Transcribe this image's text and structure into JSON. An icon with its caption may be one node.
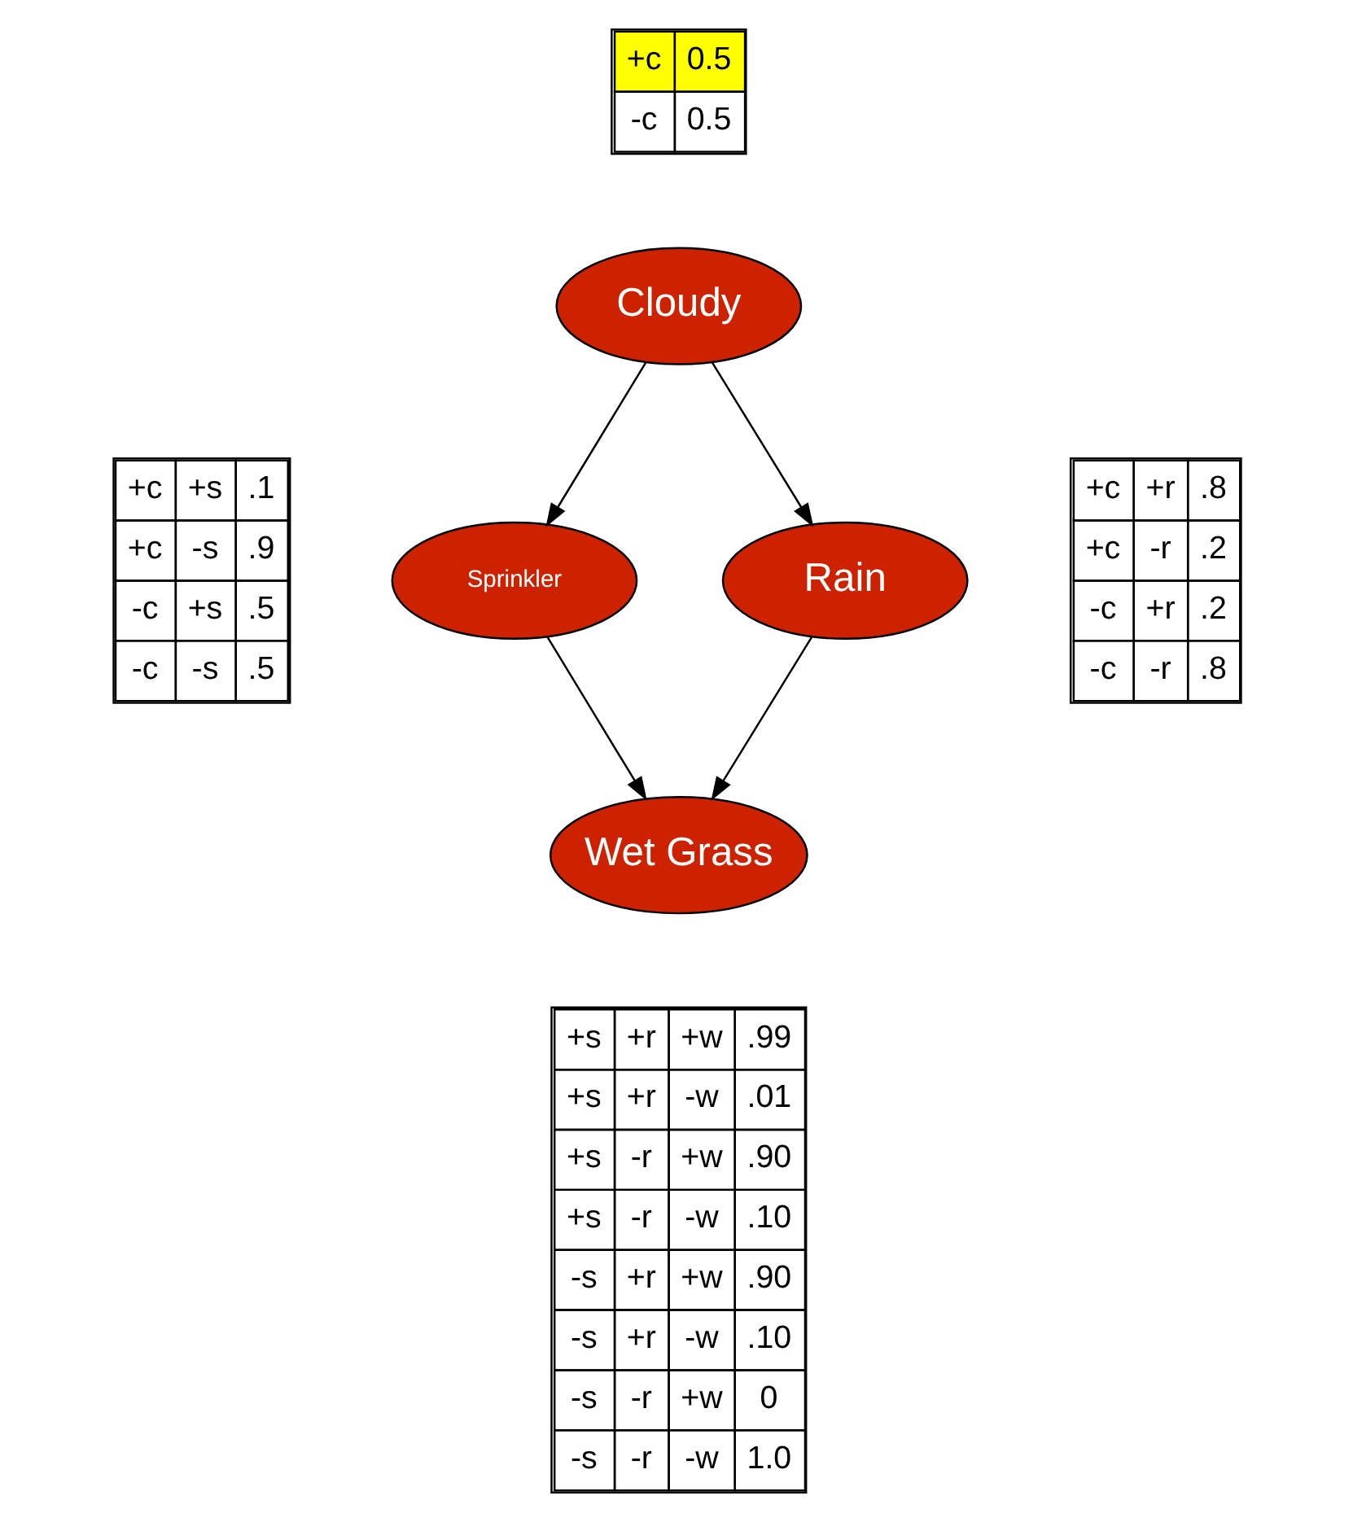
{
  "diagram": {
    "nodes": [
      {
        "text": [
          "Cloudy"
        ]
      },
      {
        "text": [
          "Sprinkler"
        ]
      },
      {
        "text": [
          "Rain"
        ]
      },
      {
        "text": [
          "Wet Grass"
        ]
      }
    ],
    "edges": [
      {
        "from": 0,
        "to": 1,
        "arrow": "to"
      },
      {
        "from": 0,
        "to": 2,
        "arrow": "to"
      },
      {
        "from": 1,
        "to": 3,
        "arrow": "to"
      },
      {
        "from": 2,
        "to": 3,
        "arrow": "to"
      }
    ],
    "labels": [
      "+c",
      "0.5",
      "-c",
      "0.5",
      "+c",
      "+s",
      ".1",
      "+c",
      "-s",
      ".9",
      "-c",
      "+s",
      ".5",
      "-c",
      "-s",
      ".5",
      "+c",
      "+r",
      ".8",
      "+c",
      "-r",
      ".2",
      "-c",
      "+r",
      ".2",
      "-c",
      "-r",
      ".8",
      "+s",
      "+r",
      "+w",
      ".99",
      "+s",
      "+r",
      "-w",
      ".01",
      "+s",
      "-r",
      "+w",
      ".90",
      "+s",
      "-r",
      "-w",
      ".10",
      "-s",
      "+r",
      "+w",
      ".90",
      "-s",
      "+r",
      "-w",
      ".10",
      "-s",
      "-r",
      "+w",
      "0",
      "-s",
      "-r",
      "-w",
      "1.0"
    ]
  }
}
